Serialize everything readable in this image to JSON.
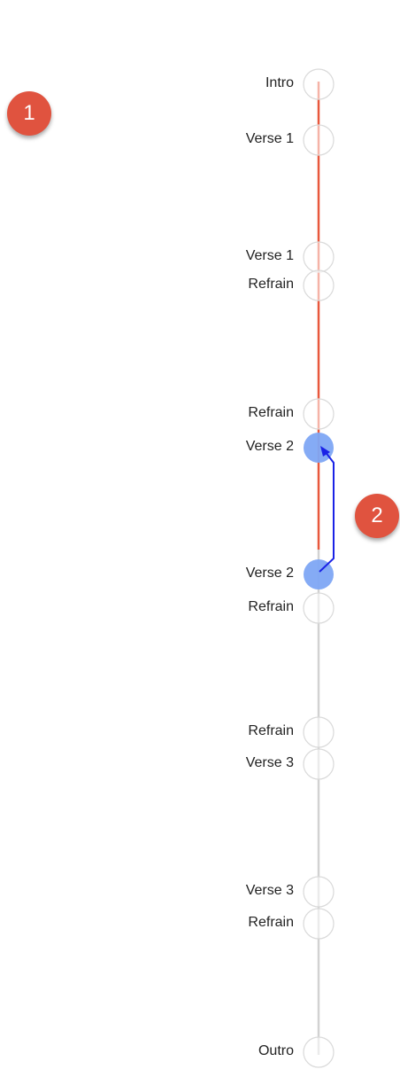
{
  "markers": [
    {
      "label": "Intro",
      "state": "normal"
    },
    {
      "label": "Verse 1",
      "state": "normal"
    },
    {
      "label": "Verse 1",
      "state": "normal"
    },
    {
      "label": "Refrain",
      "state": "normal"
    },
    {
      "label": "Refrain",
      "state": "normal"
    },
    {
      "label": "Verse 2",
      "state": "selected"
    },
    {
      "label": "Verse 2",
      "state": "selected"
    },
    {
      "label": "Refrain",
      "state": "normal"
    },
    {
      "label": "Refrain",
      "state": "normal"
    },
    {
      "label": "Verse 3",
      "state": "normal"
    },
    {
      "label": "Verse 3",
      "state": "normal"
    },
    {
      "label": "Refrain",
      "state": "normal"
    },
    {
      "label": "Outro",
      "state": "normal"
    }
  ],
  "callouts": [
    {
      "number": "1"
    },
    {
      "number": "2"
    }
  ],
  "colors": {
    "played_track": "#e8583d",
    "remaining_track": "#d2d2d2",
    "selected_marker": "#7ea7f4",
    "jump_arrow": "#1a22e6",
    "callout": "#e0533f"
  }
}
